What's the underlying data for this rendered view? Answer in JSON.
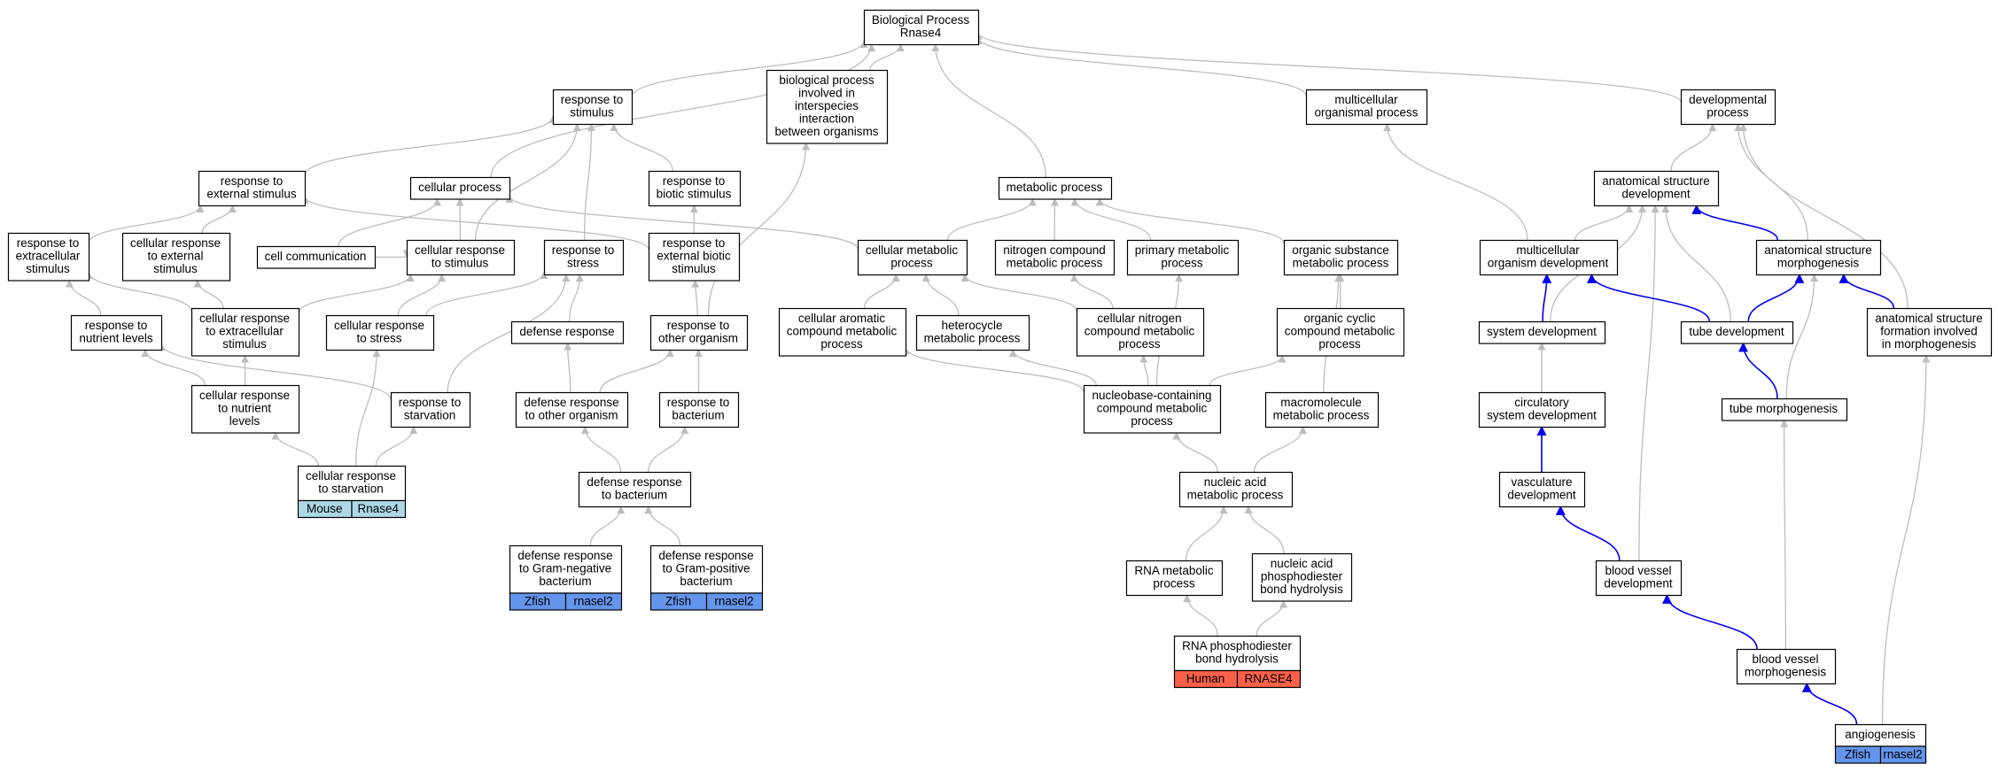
{
  "colors": {
    "edge_gray": "#bdbdbd",
    "edge_blue": "#0000ee",
    "node_fill": "#ffffff",
    "node_stroke": "#000000",
    "mouse": "#add8e6",
    "zfish": "#6495ed",
    "human": "#fa6149"
  },
  "nodes": [
    {
      "id": "bp",
      "lines": [
        "Biological Process",
        "Rnase4"
      ]
    },
    {
      "id": "rs",
      "lines": [
        "response to",
        "stimulus"
      ]
    },
    {
      "id": "bpii",
      "lines": [
        "biological process",
        "involved in",
        "interspecies",
        "interaction",
        "between organisms"
      ]
    },
    {
      "id": "mop",
      "lines": [
        "multicellular",
        "organismal process"
      ]
    },
    {
      "id": "devp",
      "lines": [
        "developmental",
        "process"
      ]
    },
    {
      "id": "rtes",
      "lines": [
        "response to",
        "external stimulus"
      ]
    },
    {
      "id": "cp",
      "lines": [
        "cellular process"
      ]
    },
    {
      "id": "rtbs",
      "lines": [
        "response to",
        "biotic stimulus"
      ]
    },
    {
      "id": "metp",
      "lines": [
        "metabolic process"
      ]
    },
    {
      "id": "asd",
      "lines": [
        "anatomical structure",
        "development"
      ]
    },
    {
      "id": "rtex",
      "lines": [
        "response to",
        "extracellular",
        "stimulus"
      ]
    },
    {
      "id": "crtes",
      "lines": [
        "cellular response",
        "to external",
        "stimulus"
      ]
    },
    {
      "id": "cc",
      "lines": [
        "cell communication"
      ]
    },
    {
      "id": "crts",
      "lines": [
        "cellular response",
        "to stimulus"
      ]
    },
    {
      "id": "rtstress",
      "lines": [
        "response to",
        "stress"
      ]
    },
    {
      "id": "rtebs",
      "lines": [
        "response to",
        "external biotic",
        "stimulus"
      ]
    },
    {
      "id": "cmp",
      "lines": [
        "cellular metabolic",
        "process"
      ]
    },
    {
      "id": "ncmp",
      "lines": [
        "nitrogen compound",
        "metabolic process"
      ]
    },
    {
      "id": "pmp",
      "lines": [
        "primary metabolic",
        "process"
      ]
    },
    {
      "id": "osmp",
      "lines": [
        "organic substance",
        "metabolic process"
      ]
    },
    {
      "id": "mod",
      "lines": [
        "multicellular",
        "organism development"
      ]
    },
    {
      "id": "asm",
      "lines": [
        "anatomical structure",
        "morphogenesis"
      ]
    },
    {
      "id": "rtnl",
      "lines": [
        "response to",
        "nutrient levels"
      ]
    },
    {
      "id": "crtex",
      "lines": [
        "cellular response",
        "to extracellular",
        "stimulus"
      ]
    },
    {
      "id": "crtstress",
      "lines": [
        "cellular response",
        "to stress"
      ]
    },
    {
      "id": "dr",
      "lines": [
        "defense response"
      ]
    },
    {
      "id": "rtoo",
      "lines": [
        "response to",
        "other organism"
      ]
    },
    {
      "id": "cacmp",
      "lines": [
        "cellular aromatic",
        "compound metabolic",
        "process"
      ]
    },
    {
      "id": "hmp",
      "lines": [
        "heterocycle",
        "metabolic process"
      ]
    },
    {
      "id": "cncmp",
      "lines": [
        "cellular nitrogen",
        "compound metabolic",
        "process"
      ]
    },
    {
      "id": "occmp",
      "lines": [
        "organic cyclic",
        "compound metabolic",
        "process"
      ]
    },
    {
      "id": "sd",
      "lines": [
        "system development"
      ]
    },
    {
      "id": "td",
      "lines": [
        "tube development"
      ]
    },
    {
      "id": "asfim",
      "lines": [
        "anatomical structure",
        "formation involved",
        "in morphogenesis"
      ]
    },
    {
      "id": "crtnl",
      "lines": [
        "cellular response",
        "to nutrient",
        "levels"
      ]
    },
    {
      "id": "rtstarv",
      "lines": [
        "response to",
        "starvation"
      ]
    },
    {
      "id": "drtoo",
      "lines": [
        "defense response",
        "to other organism"
      ]
    },
    {
      "id": "rtb",
      "lines": [
        "response to",
        "bacterium"
      ]
    },
    {
      "id": "nccmp",
      "lines": [
        "nucleobase-containing",
        "compound metabolic",
        "process"
      ]
    },
    {
      "id": "mmp",
      "lines": [
        "macromolecule",
        "metabolic process"
      ]
    },
    {
      "id": "csd",
      "lines": [
        "circulatory",
        "system development"
      ]
    },
    {
      "id": "tm",
      "lines": [
        "tube morphogenesis"
      ]
    },
    {
      "id": "crtstarv",
      "lines": [
        "cellular response",
        "to starvation"
      ],
      "tags": [
        {
          "text": "Mouse",
          "color": "mouse"
        },
        {
          "text": "Rnase4",
          "color": "mouse"
        }
      ]
    },
    {
      "id": "drtb",
      "lines": [
        "defense response",
        "to bacterium"
      ]
    },
    {
      "id": "namp",
      "lines": [
        "nucleic acid",
        "metabolic process"
      ]
    },
    {
      "id": "vd",
      "lines": [
        "vasculature",
        "development"
      ]
    },
    {
      "id": "drgn",
      "lines": [
        "defense response",
        "to Gram-negative",
        "bacterium"
      ],
      "tags": [
        {
          "text": "Zfish",
          "color": "zfish"
        },
        {
          "text": "rnasel2",
          "color": "zfish"
        }
      ]
    },
    {
      "id": "drgp",
      "lines": [
        "defense response",
        "to Gram-positive",
        "bacterium"
      ],
      "tags": [
        {
          "text": "Zfish",
          "color": "zfish"
        },
        {
          "text": "rnasel2",
          "color": "zfish"
        }
      ]
    },
    {
      "id": "rnamp",
      "lines": [
        "RNA metabolic",
        "process"
      ]
    },
    {
      "id": "napbh",
      "lines": [
        "nucleic acid",
        "phosphodiester",
        "bond hydrolysis"
      ]
    },
    {
      "id": "bvd",
      "lines": [
        "blood vessel",
        "development"
      ]
    },
    {
      "id": "rnapbh",
      "lines": [
        "RNA phosphodiester",
        "bond hydrolysis"
      ],
      "tags": [
        {
          "text": "Human",
          "color": "human"
        },
        {
          "text": "RNASE4",
          "color": "human"
        }
      ]
    },
    {
      "id": "bvm",
      "lines": [
        "blood vessel",
        "morphogenesis"
      ]
    },
    {
      "id": "angio",
      "lines": [
        "angiogenesis"
      ],
      "tags": [
        {
          "text": "Zfish",
          "color": "zfish"
        },
        {
          "text": "rnasel2",
          "color": "zfish"
        }
      ]
    }
  ],
  "edges": [
    {
      "from": "rs",
      "to": "bp"
    },
    {
      "from": "bpii",
      "to": "bp"
    },
    {
      "from": "mop",
      "to": "bp"
    },
    {
      "from": "devp",
      "to": "bp"
    },
    {
      "from": "cp",
      "to": "bp"
    },
    {
      "from": "metp",
      "to": "bp"
    },
    {
      "from": "rtes",
      "to": "rs"
    },
    {
      "from": "rtbs",
      "to": "rs"
    },
    {
      "from": "rtstress",
      "to": "rs"
    },
    {
      "from": "crts",
      "to": "rs"
    },
    {
      "from": "rtex",
      "to": "rtes"
    },
    {
      "from": "crtes",
      "to": "rtes"
    },
    {
      "from": "rtebs",
      "to": "rtes"
    },
    {
      "from": "cc",
      "to": "cp"
    },
    {
      "from": "crts",
      "to": "cp"
    },
    {
      "from": "cmp",
      "to": "cp"
    },
    {
      "from": "rtebs",
      "to": "rtbs"
    },
    {
      "from": "cmp",
      "to": "metp"
    },
    {
      "from": "ncmp",
      "to": "metp"
    },
    {
      "from": "pmp",
      "to": "metp"
    },
    {
      "from": "osmp",
      "to": "metp"
    },
    {
      "from": "asd",
      "to": "devp"
    },
    {
      "from": "asm",
      "to": "devp"
    },
    {
      "from": "asfim",
      "to": "devp"
    },
    {
      "from": "mod",
      "to": "mop"
    },
    {
      "from": "mod",
      "to": "asd"
    },
    {
      "from": "sd",
      "to": "asd"
    },
    {
      "from": "td",
      "to": "asd"
    },
    {
      "from": "bvd",
      "to": "asd"
    },
    {
      "from": "asm",
      "to": "asd",
      "blue": true
    },
    {
      "from": "rtnl",
      "to": "rtex"
    },
    {
      "from": "crtex",
      "to": "rtex"
    },
    {
      "from": "crtex",
      "to": "crtes"
    },
    {
      "from": "crtex",
      "to": "crts"
    },
    {
      "from": "crtstress",
      "to": "crts"
    },
    {
      "from": "crtstress",
      "to": "rtstress"
    },
    {
      "from": "cc",
      "to": "crts"
    },
    {
      "from": "dr",
      "to": "rtstress"
    },
    {
      "from": "rtoo",
      "to": "rtebs"
    },
    {
      "from": "rtoo",
      "to": "bpii"
    },
    {
      "from": "cacmp",
      "to": "cmp"
    },
    {
      "from": "hmp",
      "to": "cmp"
    },
    {
      "from": "cncmp",
      "to": "cmp"
    },
    {
      "from": "cncmp",
      "to": "ncmp"
    },
    {
      "from": "occmp",
      "to": "osmp"
    },
    {
      "from": "mmp",
      "to": "osmp"
    },
    {
      "from": "sd",
      "to": "mod",
      "blue": true
    },
    {
      "from": "td",
      "to": "mod",
      "blue": true
    },
    {
      "from": "td",
      "to": "asm",
      "blue": true
    },
    {
      "from": "asfim",
      "to": "asm",
      "blue": true
    },
    {
      "from": "tm",
      "to": "asm"
    },
    {
      "from": "crtnl",
      "to": "rtnl"
    },
    {
      "from": "crtnl",
      "to": "crtex"
    },
    {
      "from": "rtstarv",
      "to": "rtnl"
    },
    {
      "from": "rtstarv",
      "to": "rtstress"
    },
    {
      "from": "drtoo",
      "to": "dr"
    },
    {
      "from": "drtoo",
      "to": "rtoo"
    },
    {
      "from": "rtb",
      "to": "rtoo"
    },
    {
      "from": "nccmp",
      "to": "cacmp"
    },
    {
      "from": "nccmp",
      "to": "hmp"
    },
    {
      "from": "nccmp",
      "to": "cncmp"
    },
    {
      "from": "nccmp",
      "to": "pmp"
    },
    {
      "from": "nccmp",
      "to": "occmp"
    },
    {
      "from": "csd",
      "to": "sd"
    },
    {
      "from": "vd",
      "to": "sd"
    },
    {
      "from": "tm",
      "to": "td",
      "blue": true
    },
    {
      "from": "crtstarv",
      "to": "crtnl"
    },
    {
      "from": "crtstarv",
      "to": "rtstarv"
    },
    {
      "from": "crtstarv",
      "to": "crtstress"
    },
    {
      "from": "drtb",
      "to": "drtoo"
    },
    {
      "from": "drtb",
      "to": "rtb"
    },
    {
      "from": "namp",
      "to": "nccmp"
    },
    {
      "from": "namp",
      "to": "mmp"
    },
    {
      "from": "vd",
      "to": "csd",
      "blue": true
    },
    {
      "from": "drgn",
      "to": "drtb"
    },
    {
      "from": "drgp",
      "to": "drtb"
    },
    {
      "from": "rnamp",
      "to": "namp"
    },
    {
      "from": "napbh",
      "to": "namp"
    },
    {
      "from": "bvd",
      "to": "vd",
      "blue": true
    },
    {
      "from": "rnapbh",
      "to": "rnamp"
    },
    {
      "from": "rnapbh",
      "to": "napbh"
    },
    {
      "from": "bvm",
      "to": "bvd",
      "blue": true
    },
    {
      "from": "bvm",
      "to": "tm"
    },
    {
      "from": "angio",
      "to": "bvm",
      "blue": true
    },
    {
      "from": "angio",
      "to": "asfim"
    }
  ]
}
